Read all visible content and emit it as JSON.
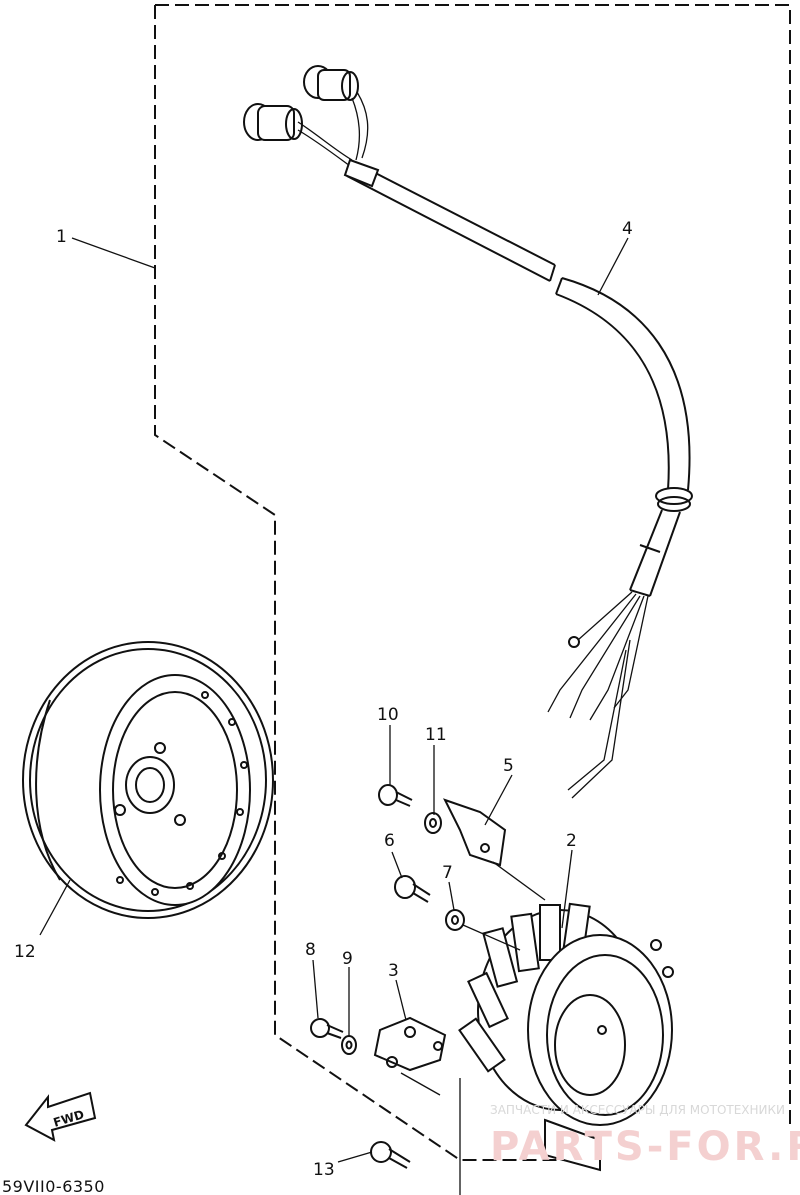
{
  "callouts": {
    "c1": "1",
    "c2": "2",
    "c3": "3",
    "c4": "4",
    "c5": "5",
    "c6": "6",
    "c7": "7",
    "c8": "8",
    "c9": "9",
    "c10": "10",
    "c11": "11",
    "c12": "12",
    "c13": "13"
  },
  "drawing_code": "59VII0-6350",
  "direction_marker": "FWD",
  "watermark": {
    "top": "ЗАПЧАСТИ И АКСЕССУАРЫ ДЛЯ МОТОТЕХНИКИ",
    "main": "PARTS-FOR.RU"
  }
}
